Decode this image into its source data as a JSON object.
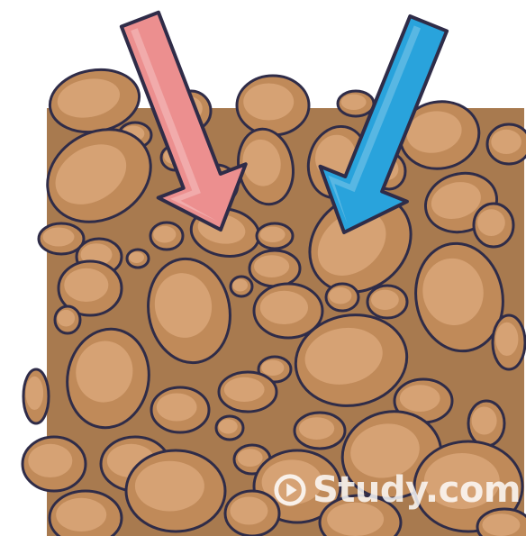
{
  "colors": {
    "background": "#ffffff",
    "soil": "#a87a4f",
    "pebble_fill": "#c08a59",
    "pebble_highlight": "#d9a679",
    "pebble_outline": "#2f2c48",
    "pink_arrow": "#ec8f8f",
    "blue_arrow": "#29a3dc"
  },
  "arrows": [
    {
      "name": "pink-arrow",
      "color": "pink"
    },
    {
      "name": "blue-arrow",
      "color": "blue"
    }
  ],
  "watermark": {
    "text": "Study.com",
    "icon": "play-icon"
  }
}
